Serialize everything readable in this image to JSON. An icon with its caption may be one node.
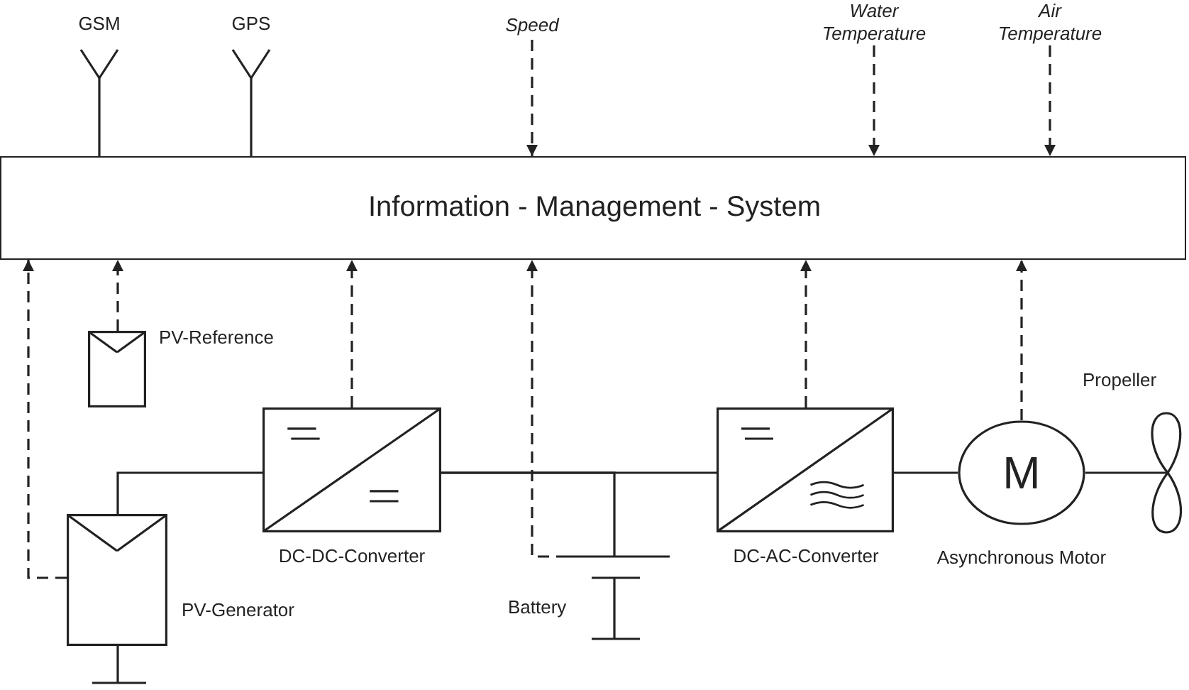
{
  "diagram": {
    "nodes": [
      {
        "text": [
          "GSM"
        ]
      },
      {
        "text": [
          "GPS"
        ]
      },
      {
        "text": [
          "Speed"
        ]
      },
      {
        "text": [
          "Water Temperature"
        ]
      },
      {
        "text": [
          "Air Temperature"
        ]
      },
      {
        "text": [
          "Information - Management - System"
        ]
      },
      {
        "text": [
          "PV-Reference"
        ]
      },
      {
        "text": [
          "DC-DC-Converter"
        ]
      },
      {
        "text": [
          "DC-AC-Converter"
        ]
      },
      {
        "text": [
          "M",
          "Asynchronous Motor"
        ]
      },
      {
        "text": [
          "Propeller"
        ]
      },
      {
        "text": [
          "PV-Generator"
        ]
      },
      {
        "text": [
          "Battery"
        ]
      }
    ],
    "edges": [
      {
        "from": 0,
        "to": 5,
        "arrow": "none"
      },
      {
        "from": 1,
        "to": 5,
        "arrow": "none"
      },
      {
        "from": 2,
        "to": 5,
        "arrow": "to",
        "style": "dashed"
      },
      {
        "from": 3,
        "to": 5,
        "arrow": "to",
        "style": "dashed"
      },
      {
        "from": 4,
        "to": 5,
        "arrow": "to",
        "style": "dashed"
      },
      {
        "from": 11,
        "to": 5,
        "arrow": "to",
        "style": "dashed"
      },
      {
        "from": 6,
        "to": 5,
        "arrow": "to",
        "style": "dashed"
      },
      {
        "from": 7,
        "to": 5,
        "arrow": "to",
        "style": "dashed"
      },
      {
        "from": 12,
        "to": 5,
        "arrow": "to",
        "style": "dashed"
      },
      {
        "from": 8,
        "to": 5,
        "arrow": "to",
        "style": "dashed"
      },
      {
        "from": 9,
        "to": 5,
        "arrow": "to",
        "style": "dashed"
      },
      {
        "from": 11,
        "to": 7,
        "arrow": "none"
      },
      {
        "from": 7,
        "to": 8,
        "arrow": "none"
      },
      {
        "from": 7,
        "to": 12,
        "arrow": "none"
      },
      {
        "from": 8,
        "to": 9,
        "arrow": "none"
      },
      {
        "from": 9,
        "to": 10,
        "arrow": "none"
      }
    ]
  }
}
